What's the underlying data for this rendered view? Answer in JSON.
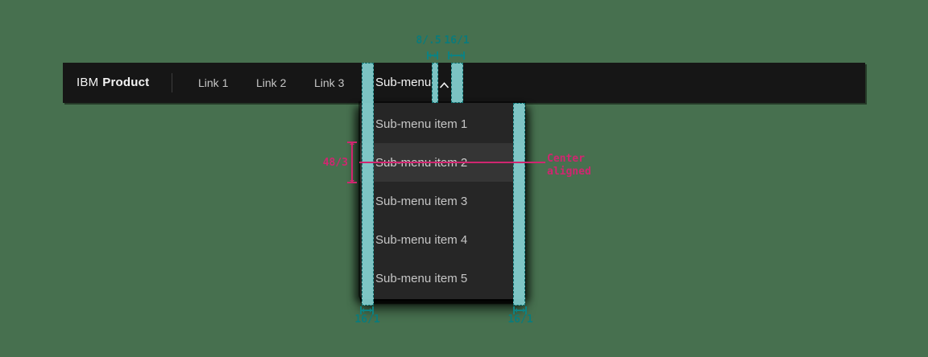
{
  "page": {
    "background_color": "#47704f"
  },
  "header": {
    "brand_prefix": "IBM",
    "brand_name": "Product",
    "links": [
      {
        "label": "Link 1"
      },
      {
        "label": "Link 2"
      },
      {
        "label": "Link 3"
      }
    ],
    "submenu_label": "Sub-menu",
    "chevron_icon": "chevron-up"
  },
  "dropdown": {
    "items": [
      {
        "label": "Sub-menu item 1",
        "highlighted": false
      },
      {
        "label": "Sub-menu item 2",
        "highlighted": true
      },
      {
        "label": "Sub-menu item 3",
        "highlighted": false
      },
      {
        "label": "Sub-menu item 4",
        "highlighted": false
      },
      {
        "label": "Sub-menu item 5",
        "highlighted": false
      }
    ]
  },
  "annotations": {
    "colors": {
      "teal_overlay": "#85d2d3",
      "teal_text": "#0b7b7b",
      "pink": "#d02670",
      "header_bg": "#161616",
      "dropdown_bg": "#262626",
      "highlight_bg": "#353535"
    },
    "top_gap_label": "8/.5",
    "top_padding_label": "16/1",
    "bottom_left_label": "16/1",
    "bottom_right_label": "16/1",
    "item_height_label": "48/3",
    "center_note_line1": "Center",
    "center_note_line2": "aligned"
  }
}
